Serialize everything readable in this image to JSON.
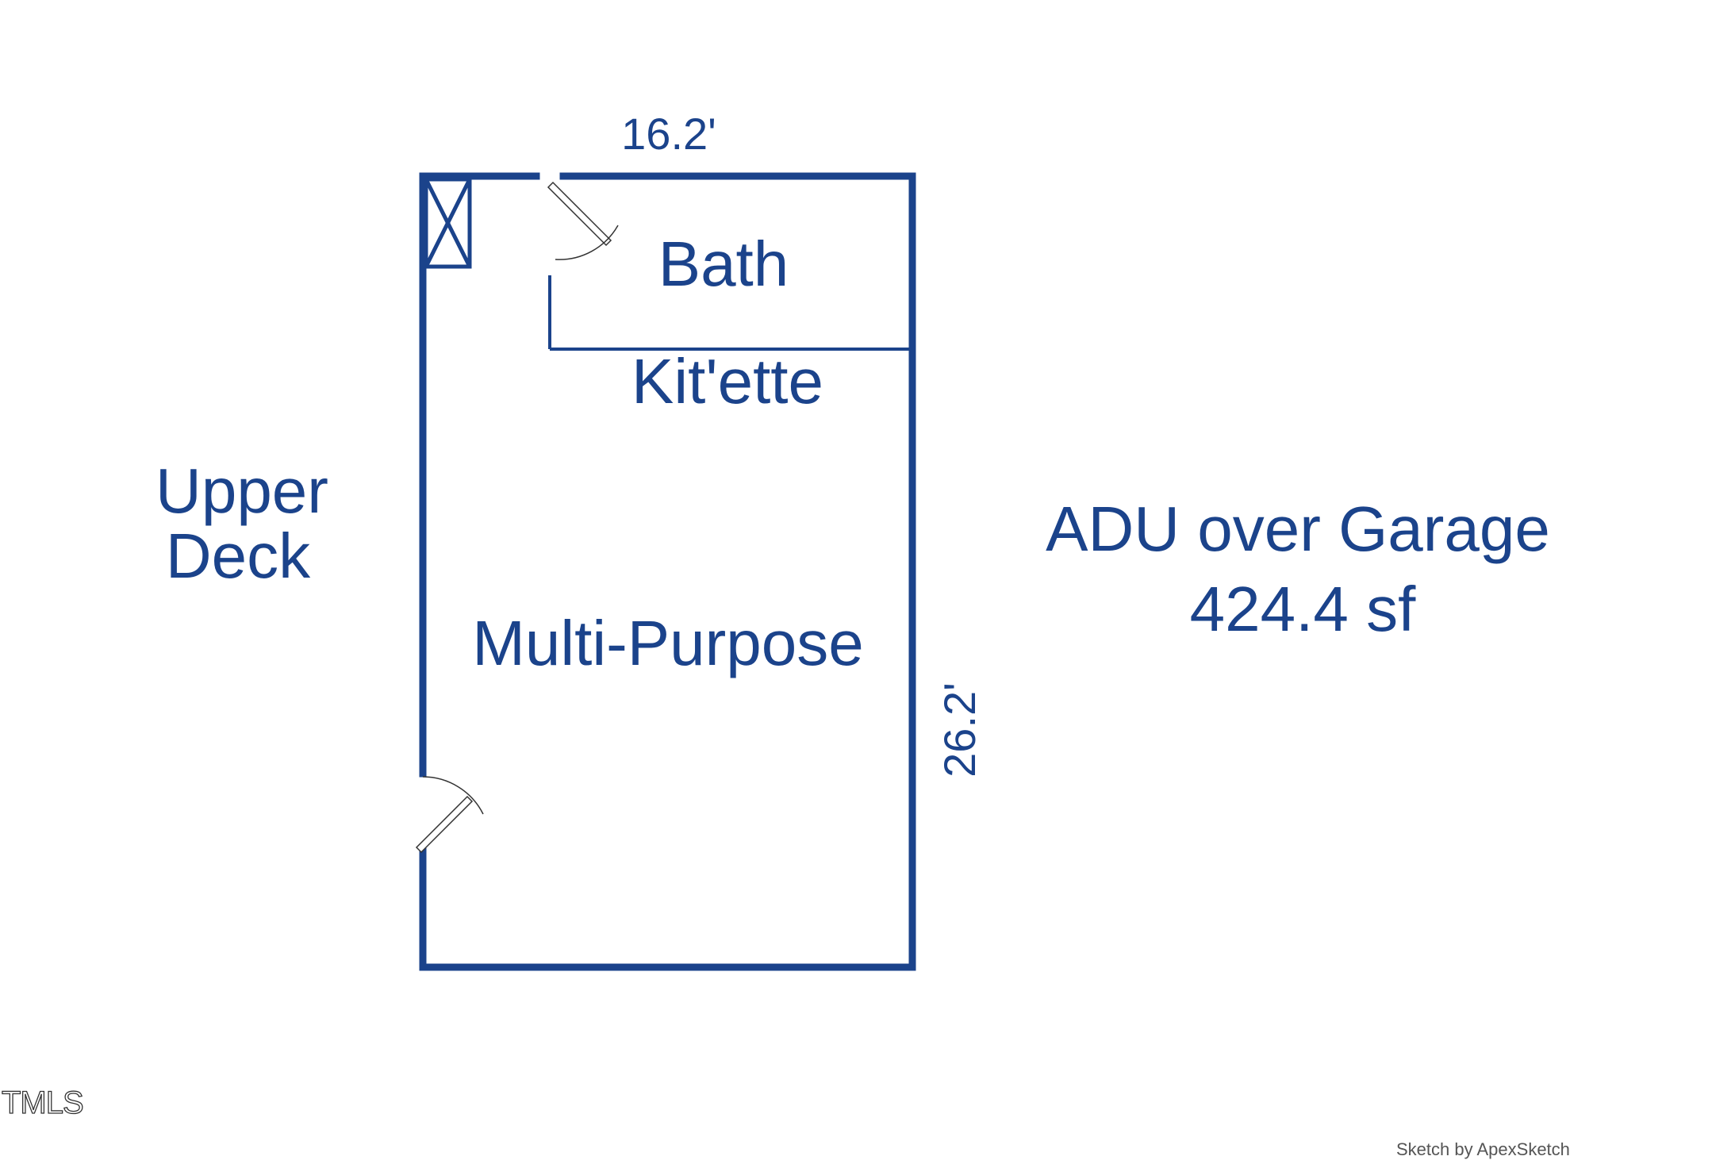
{
  "plan": {
    "dimensions": {
      "width": "16.2'",
      "height": "26.2'"
    },
    "rooms": {
      "bath": "Bath",
      "kitchenette": "Kit'ette",
      "multi_purpose": "Multi-Purpose"
    },
    "outside_label": {
      "line1": "Upper",
      "line2": "Deck"
    },
    "summary": {
      "title": "ADU over Garage",
      "area": "424.4 sf"
    }
  },
  "watermark": "TMLS",
  "credit": "Sketch by ApexSketch",
  "colors": {
    "wall": "#1b438b",
    "background": "#ffffff"
  }
}
